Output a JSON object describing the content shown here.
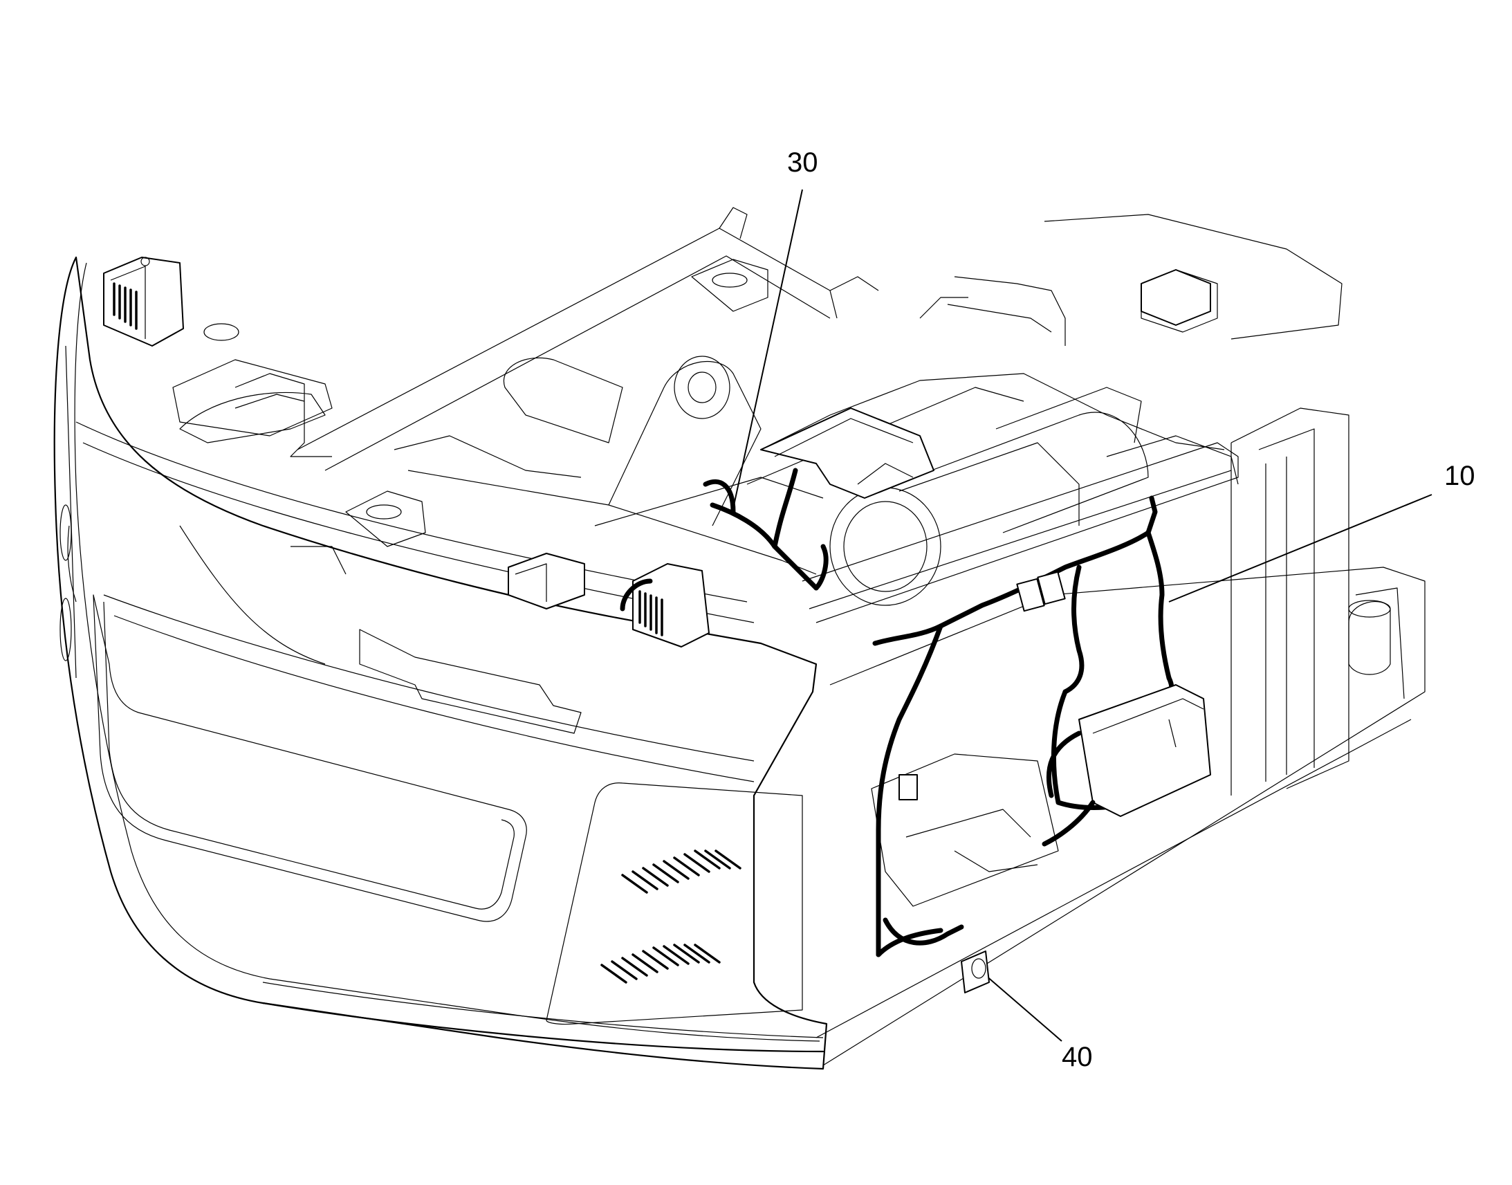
{
  "figure": {
    "callouts": [
      {
        "id": "30",
        "label": "30"
      },
      {
        "id": "10",
        "label": "10"
      },
      {
        "id": "40",
        "label": "40"
      }
    ],
    "line_color": "#000000",
    "background": "#ffffff"
  }
}
